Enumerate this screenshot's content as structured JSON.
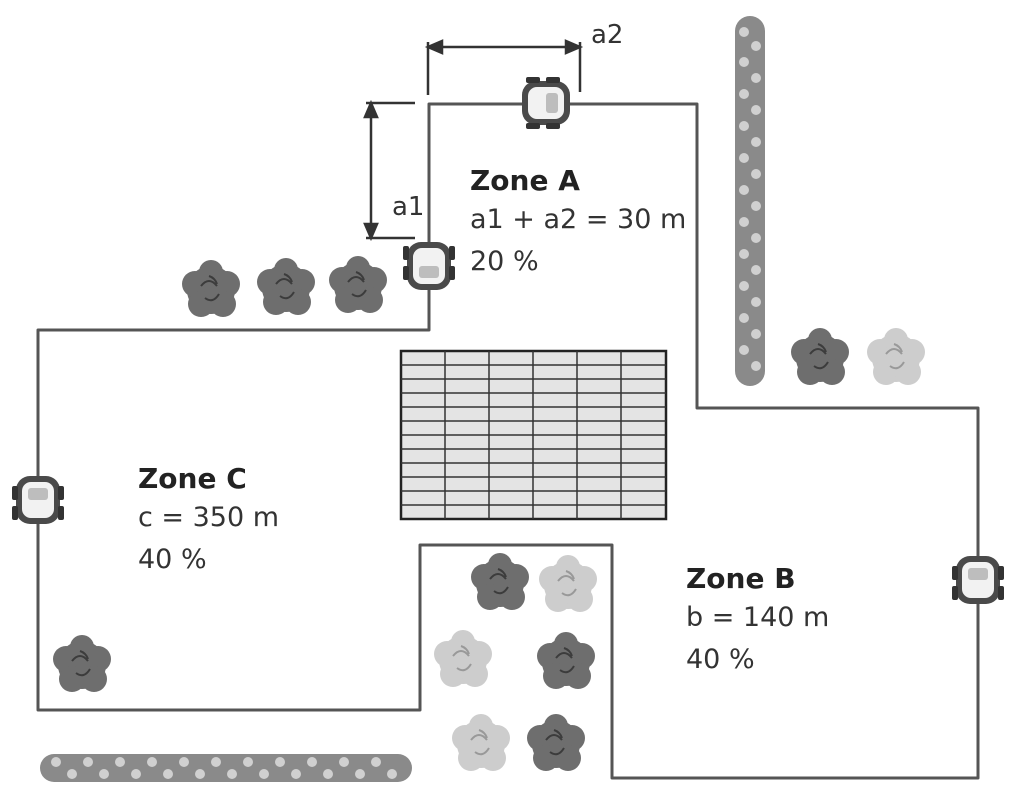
{
  "zones": {
    "a": {
      "title": "Zone A",
      "formula": "a1 + a2 = 30 m",
      "percent": "20 %"
    },
    "b": {
      "title": "Zone B",
      "formula": "b = 140 m",
      "percent": "40 %"
    },
    "c": {
      "title": "Zone C",
      "formula": "c = 350 m",
      "percent": "40 %"
    }
  },
  "dimensions": {
    "a1": "a1",
    "a2": "a2"
  },
  "colors": {
    "boundary": "#555555",
    "bush_dark": "#6e6e6e",
    "bush_light": "#c8c8c8",
    "hedge": "#8a8a8a",
    "patio": "#dcdcdc"
  },
  "icons": {
    "mower": "robot-mower-icon",
    "bush": "bush-icon",
    "hedge": "hedge-icon",
    "patio": "patio-grid-icon"
  }
}
